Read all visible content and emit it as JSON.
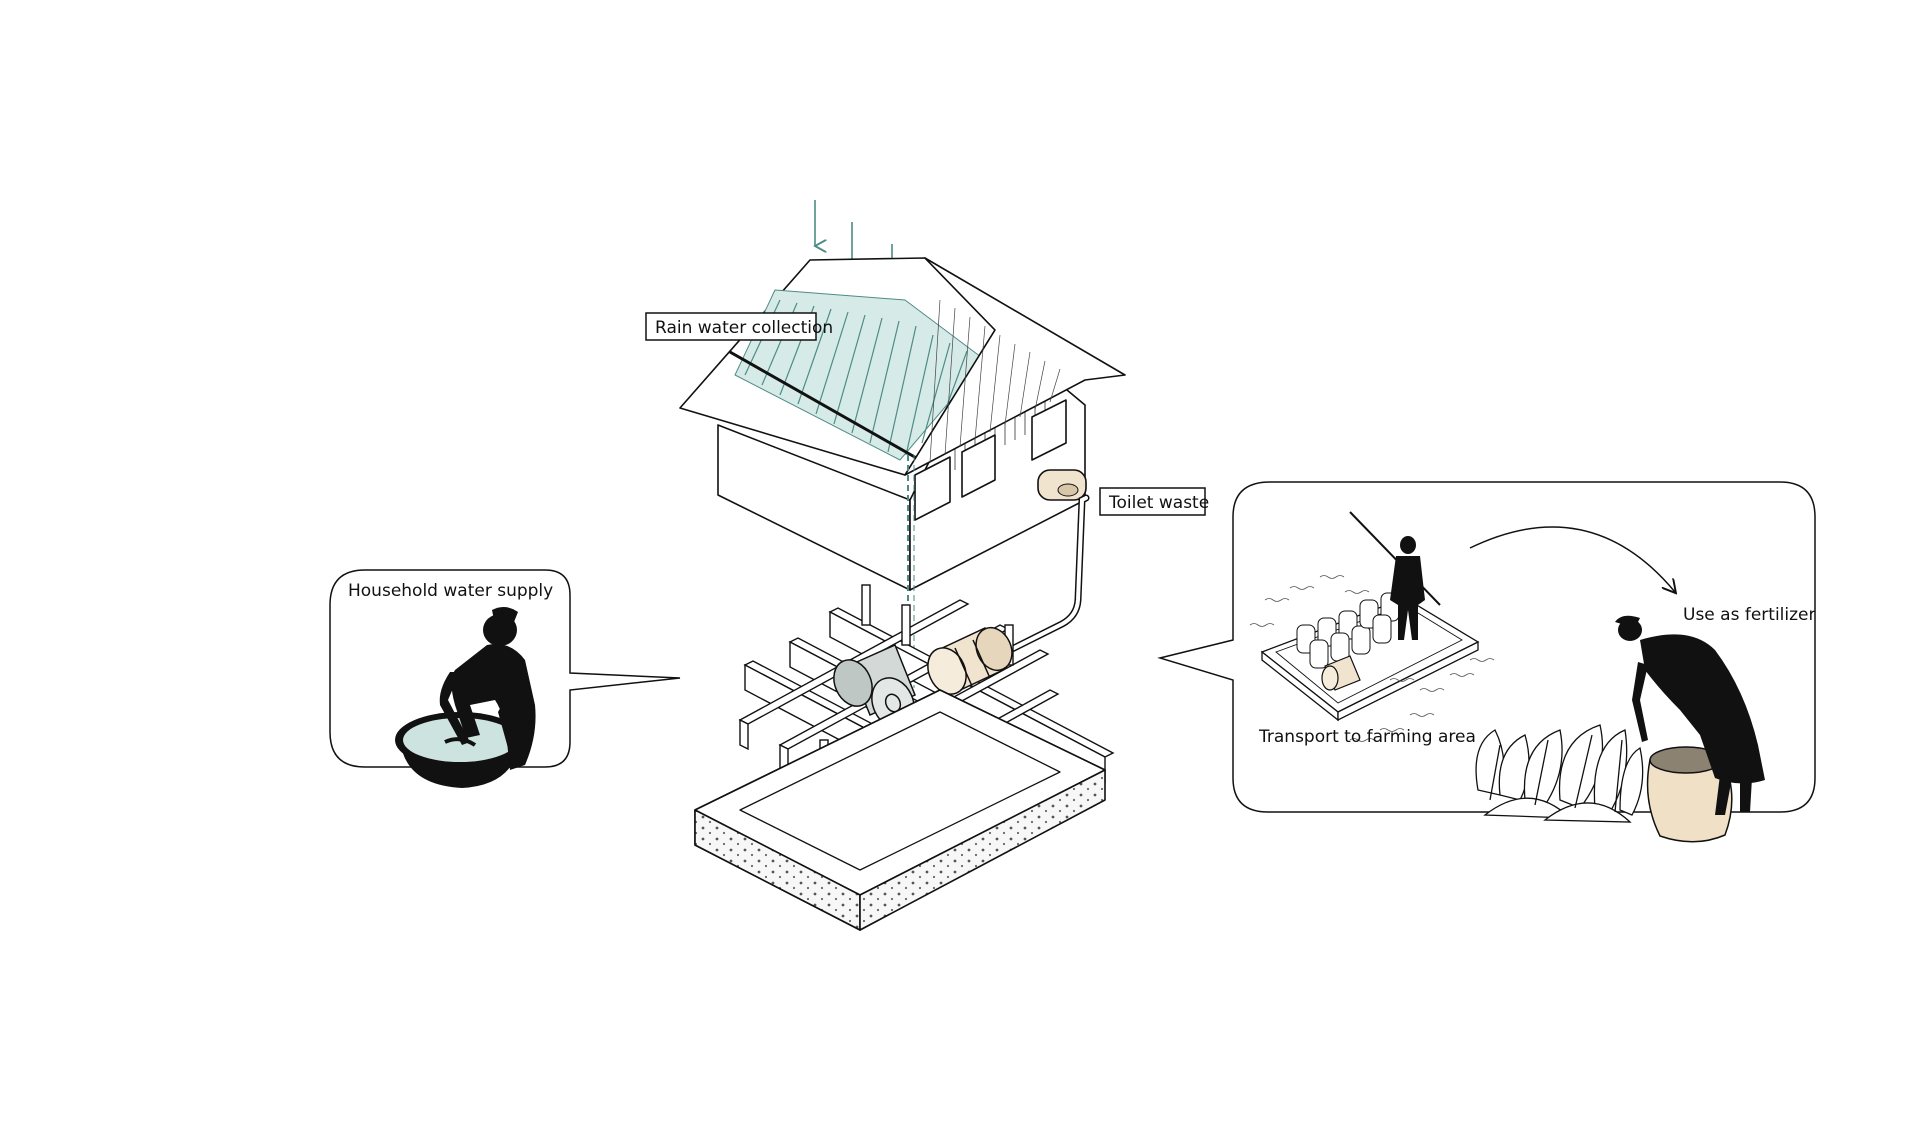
{
  "labels": {
    "rain_water": "Rain water collection",
    "toilet_waste": "Toilet waste",
    "household_water": "Household water supply",
    "transport": "Transport to farming area",
    "fertilizer": "Use as fertilizer"
  },
  "colors": {
    "water": "#4e8b86",
    "water_fill": "#d6ebe7",
    "barrel_grey": "#d3d9d6",
    "barrel_beige": "#f1e4cf",
    "sack": "#efe0c6",
    "ink": "#111111"
  }
}
